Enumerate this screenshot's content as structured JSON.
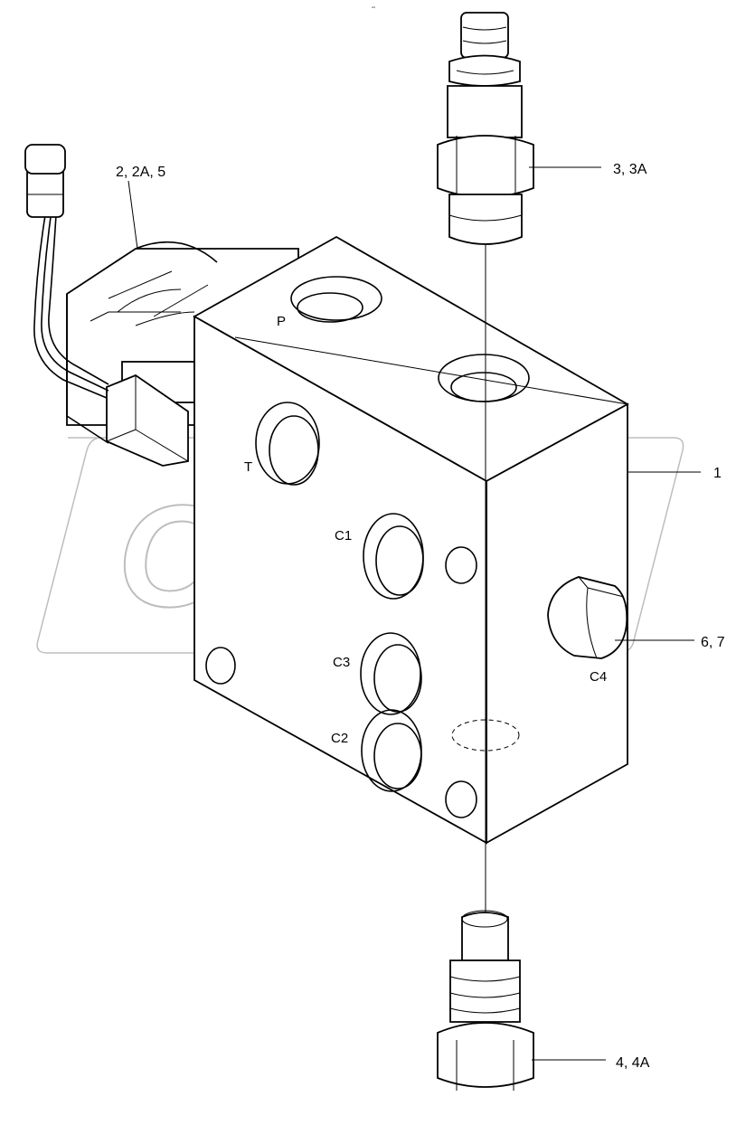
{
  "watermark": {
    "text": "OPEX",
    "color": "#bdbdbd"
  },
  "header_mark": "▫▫",
  "callouts": {
    "solenoid": "2, 2A, 5",
    "top_fitting": "3, 3A",
    "body": "1",
    "plug": "6, 7",
    "bottom_fitting": "4, 4A"
  },
  "ports": {
    "p": "P",
    "t": "T",
    "c1": "C1",
    "c2": "C2",
    "c3": "C3",
    "c4": "C4"
  }
}
